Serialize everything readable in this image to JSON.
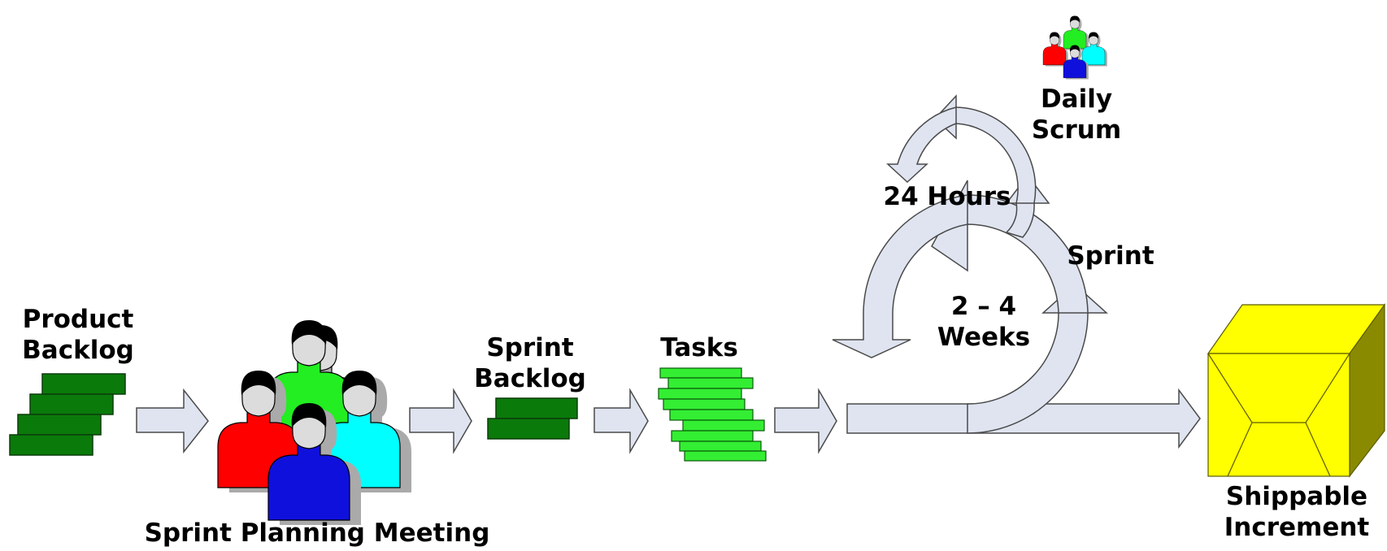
{
  "labels": {
    "product_backlog": [
      "Product",
      "Backlog"
    ],
    "sprint_planning_meeting": "Sprint Planning Meeting",
    "sprint_backlog": [
      "Sprint",
      "Backlog"
    ],
    "tasks": "Tasks",
    "daily_scrum": [
      "Daily",
      "Scrum"
    ],
    "hours": "24 Hours",
    "sprint": "Sprint",
    "weeks": [
      "2 – 4",
      "Weeks"
    ],
    "shippable_increment": [
      "Shippable",
      "Increment"
    ]
  },
  "colors": {
    "backlog_dark_green": "#0a7a0a",
    "task_bright_green": "#33ee33",
    "arrow_fill": "#dfe4f0",
    "arrow_stroke": "#4a4a4a",
    "box_yellow": "#ffff00",
    "box_side": "#8a8a00",
    "person_red": "#ff0000",
    "person_green": "#22ee22",
    "person_cyan": "#00ffff",
    "person_blue": "#1010dd"
  }
}
